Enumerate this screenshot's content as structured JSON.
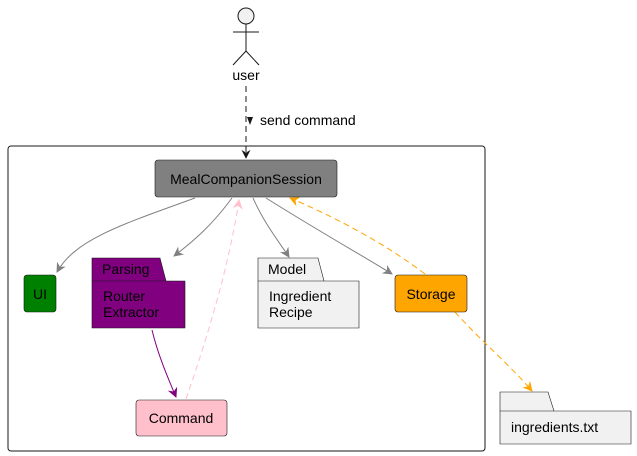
{
  "actor": {
    "label": "user"
  },
  "edge_labels": {
    "send_command": "send command"
  },
  "nodes": {
    "session": {
      "label": "MealCompanionSession",
      "color": "#808080"
    },
    "ui": {
      "label": "UI",
      "color": "#008000"
    },
    "parsing": {
      "tab": "Parsing",
      "lines": [
        "Router",
        "Extractor"
      ],
      "color": "#800080"
    },
    "model": {
      "tab": "Model",
      "lines": [
        "Ingredient",
        "Recipe"
      ],
      "color": "#f1f1f1"
    },
    "storage": {
      "label": "Storage",
      "color": "#ffa500"
    },
    "command": {
      "label": "Command",
      "color": "#ffc0cb"
    },
    "file": {
      "label": "ingredients.txt",
      "color": "#f1f1f1"
    }
  },
  "colors": {
    "edge": "#808080",
    "parsing_edge": "#800080",
    "storage_edge": "#ffa500",
    "command_edge": "#ffc0cb"
  }
}
